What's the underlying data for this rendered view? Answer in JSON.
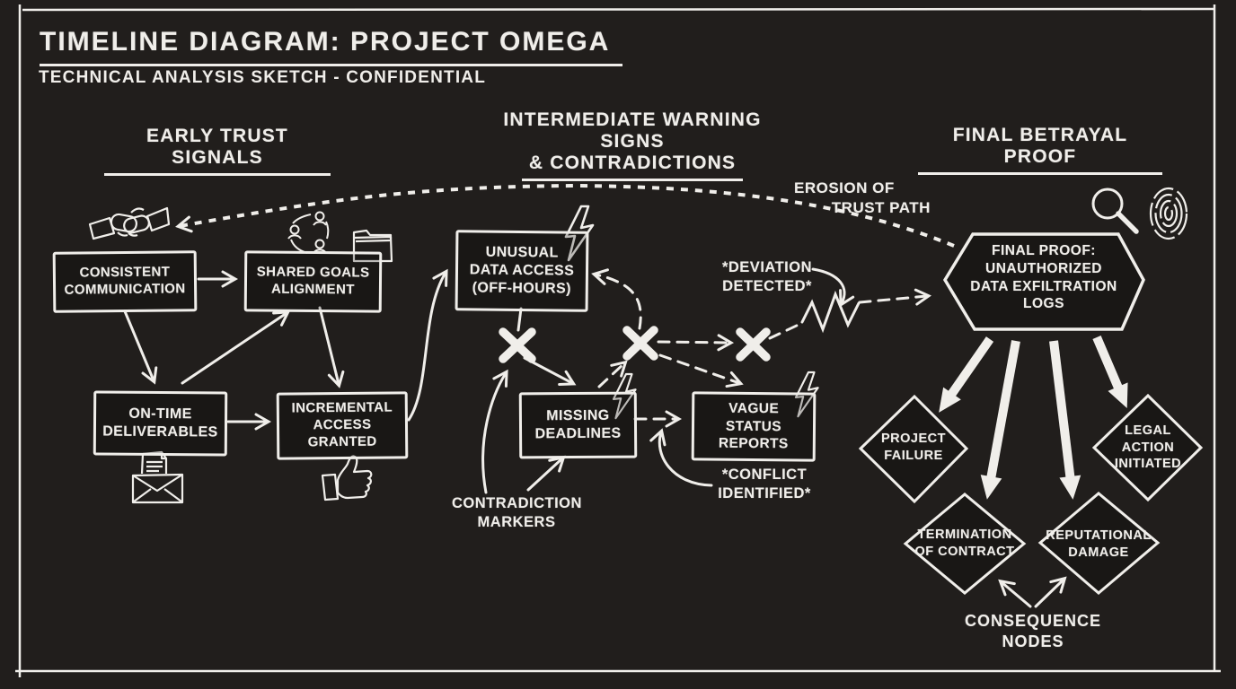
{
  "colors": {
    "background": "#211e1c",
    "chalk": "#f0eeea"
  },
  "header": {
    "title": "TIMELINE DIAGRAM: PROJECT OMEGA",
    "subtitle": "TECHNICAL ANALYSIS SKETCH - CONFIDENTIAL"
  },
  "sections": {
    "early": "EARLY TRUST SIGNALS",
    "intermediate_line1": "INTERMEDIATE WARNING SIGNS",
    "intermediate_line2": "& CONTRADICTIONS",
    "final": "FINAL BETRAYAL PROOF"
  },
  "nodes": {
    "consistent_communication": "CONSISTENT\nCOMMUNICATION",
    "shared_goals": "SHARED GOALS\nALIGNMENT",
    "on_time_deliverables": "ON-TIME\nDELIVERABLES",
    "incremental_access": "INCREMENTAL\nACCESS\nGRANTED",
    "unusual_data_access": "UNUSUAL\nDATA ACCESS\n(OFF-HOURS)",
    "missing_deadlines": "MISSING\nDEADLINES",
    "vague_status_reports": "VAGUE\nSTATUS\nREPORTS",
    "final_proof": "FINAL PROOF:\nUNAUTHORIZED\nDATA EXFILTRATION\nLOGS",
    "project_failure": "PROJECT\nFAILURE",
    "legal_action": "LEGAL\nACTION\nINITIATED",
    "termination_of_contract": "TERMINATION\nOF CONTRACT",
    "reputational_damage": "REPUTATIONAL\nDAMAGE"
  },
  "annotations": {
    "erosion_of_trust": "EROSION OF\n        TRUST PATH",
    "deviation_detected": "*DEVIATION\nDETECTED*",
    "conflict_identified": "*CONFLICT\nIDENTIFIED*",
    "contradiction_markers": "CONTRADICTION\nMARKERS",
    "consequence_nodes": "CONSEQUENCE NODES"
  },
  "icons": {
    "handshake": "handshake-icon",
    "team_network": "team-network-icon",
    "folder": "folder-icon",
    "envelope_document": "envelope-document-icon",
    "thumbs_up": "thumbs-up-icon",
    "lightning": "lightning-icon",
    "magnifier": "magnifier-icon",
    "fingerprint": "fingerprint-icon",
    "x_marker": "x-marker-icon"
  }
}
